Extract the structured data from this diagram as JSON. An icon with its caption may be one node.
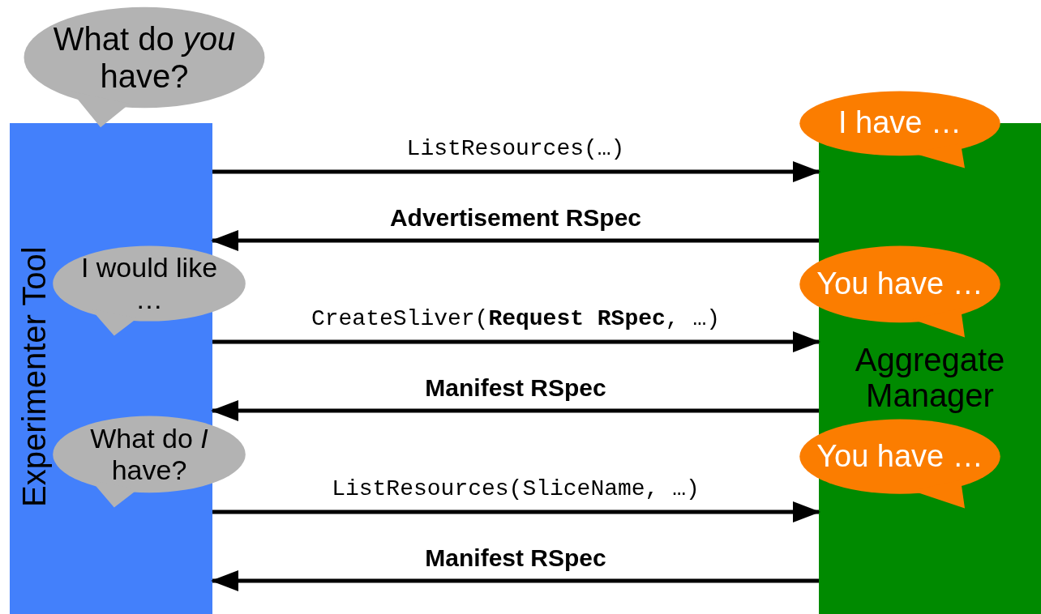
{
  "diagram": {
    "nodes": [
      {
        "text": [
          "What do *you* have?"
        ]
      },
      {
        "text": [
          "Experimenter Tool"
        ]
      },
      {
        "text": [
          "I have …"
        ]
      },
      {
        "text": [
          "Aggregate Manager"
        ]
      },
      {
        "text": [
          "I would like …"
        ]
      },
      {
        "text": [
          "You have …"
        ]
      },
      {
        "text": [
          "What do *I* have?"
        ]
      },
      {
        "text": [
          "You have …"
        ]
      }
    ],
    "edges": [
      {
        "from": 1,
        "to": 3,
        "arrow": "to",
        "label": "ListResources(…)"
      },
      {
        "from": 3,
        "to": 1,
        "arrow": "to",
        "label": "Advertisement RSpec"
      },
      {
        "from": 1,
        "to": 3,
        "arrow": "to",
        "label": "CreateSliver(**Request RSpec**, …)"
      },
      {
        "from": 3,
        "to": 1,
        "arrow": "to",
        "label": "Manifest RSpec"
      },
      {
        "from": 1,
        "to": 3,
        "arrow": "to",
        "label": "ListResources(SliceName, …)"
      },
      {
        "from": 3,
        "to": 1,
        "arrow": "to",
        "label": "Manifest RSpec"
      }
    ]
  }
}
